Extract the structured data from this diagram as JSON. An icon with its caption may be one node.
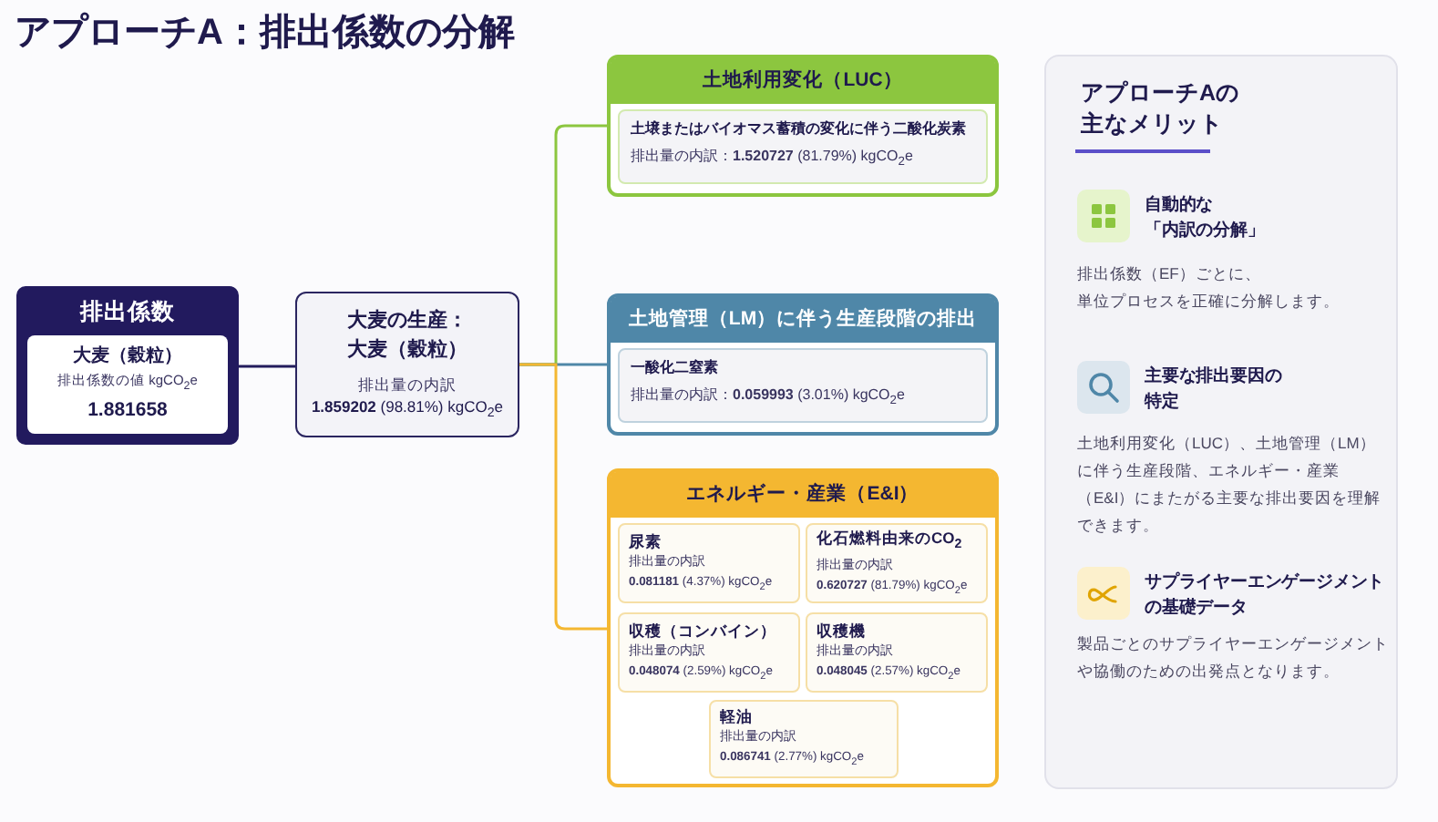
{
  "diagram": {
    "title": "アプローチA：排出係数の分解",
    "nodes": [
      {
        "text": [
          "排出係数"
        ]
      },
      {
        "text": [
          "大麦（穀粒）",
          "排出係数の値 kgCO$_{2}$e",
          "1.881658"
        ],
        "in": 0
      },
      {
        "text": [
          "大麦の生産：大麦（穀粒）",
          "排出量の内訳",
          "**1.859202** (98.81%) kgCO$_{2}$e"
        ]
      },
      {
        "text": [
          "土地利用変化（LUC）"
        ]
      },
      {
        "text": [
          "土壌またはバイオマス蓄積の変化に伴う二酸化炭素",
          "排出量の内訳：**1.520727** (81.79%) kgCO$_{2}$e"
        ],
        "in": 3
      },
      {
        "text": [
          "土地管理（LM）に伴う生産段階の排出"
        ]
      },
      {
        "text": [
          "一酸化二窒素",
          "排出量の内訳：**0.059993** (3.01%) kgCO$_{2}$e"
        ],
        "in": 5
      },
      {
        "text": [
          "エネルギー・産業（E&I）"
        ]
      },
      {
        "text": [
          "尿素",
          "排出量の内訳",
          "**0.081181** (4.37%) kgCO$_{2}$e"
        ],
        "in": 7
      },
      {
        "text": [
          "化石燃料由来のCO$_{2}$",
          "排出量の内訳",
          "**0.620727** (81.79%) kgCO$_{2}$e"
        ],
        "in": 7
      },
      {
        "text": [
          "収穫（コンバイン）",
          "排出量の内訳",
          "**0.048074** (2.59%) kgCO$_{2}$e"
        ],
        "in": 7
      },
      {
        "text": [
          "収穫機",
          "排出量の内訳",
          "**0.048045** (2.57%) kgCO$_{2}$e"
        ],
        "in": 7
      },
      {
        "text": [
          "軽油",
          "排出量の内訳",
          "**0.086741** (2.77%) kgCO$_{2}$e"
        ],
        "in": 7
      },
      {
        "text": [
          "アプローチAの主なメリット",
          "自動的な「内訳の分解」",
          "排出係数（EF）ごとに、単位プロセスを正確に分解します。",
          "主要な排出要因の特定",
          "土地利用変化（LUC）、土地管理（LM）に伴う生産段階、エネルギー・産業（E&I）にまたがる主要な排出要因を理解できます。",
          "サプライヤーエンゲージメントの基礎データ",
          "製品ごとのサプライヤーエンゲージメントや協働のための出発点となります。"
        ]
      }
    ],
    "edges": [
      {
        "from": 0,
        "to": 2,
        "arrow": "none"
      },
      {
        "from": 2,
        "to": 3,
        "arrow": "none",
        "color": "#8cc63f"
      },
      {
        "from": 2,
        "to": 5,
        "arrow": "none",
        "color": "#4f87a8"
      },
      {
        "from": 2,
        "to": 7,
        "arrow": "none",
        "color": "#f4b731"
      }
    ]
  }
}
